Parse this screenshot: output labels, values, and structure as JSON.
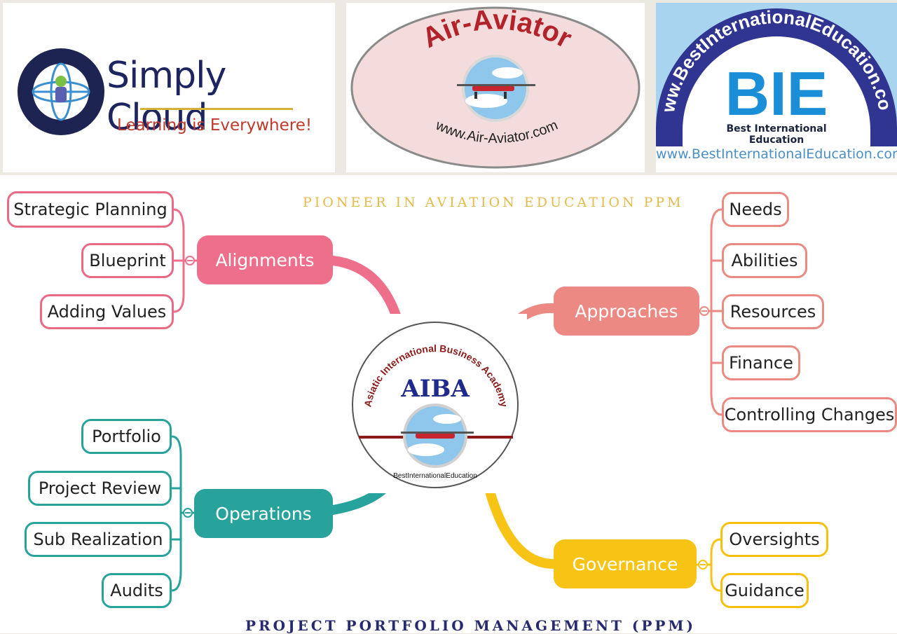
{
  "logos": {
    "simply_cloud": {
      "name": "Simply Cloud",
      "tagline": "Learning is Everywhere!"
    },
    "air_aviator": {
      "name": "Air-Aviator",
      "url": "www.Air-Aviator.com"
    },
    "bie": {
      "ring_text": "www.BestInternationalEducation.com",
      "initials": "BIE",
      "caption": "Best International Education",
      "url": "www.BestInternationalEducation.com"
    }
  },
  "mindmap": {
    "top_heading": "PIONEER IN AVIATION EDUCATION PPM",
    "bottom_heading": "PROJECT PORTFOLIO MANAGEMENT (PPM)",
    "center": {
      "arc_text": "Asiatic International Business Academy",
      "title": "AIBA",
      "footer": "BestInternationalEducation"
    },
    "branches": {
      "alignments": {
        "label": "Alignments",
        "children": [
          "Strategic Planning",
          "Blueprint",
          "Adding Values"
        ]
      },
      "approaches": {
        "label": "Approaches",
        "children": [
          "Needs",
          "Abilities",
          "Resources",
          "Finance",
          "Controlling Changes"
        ]
      },
      "operations": {
        "label": "Operations",
        "children": [
          "Portfolio",
          "Project Review",
          "Sub Realization",
          "Audits"
        ]
      },
      "governance": {
        "label": "Governance",
        "children": [
          "Oversights",
          "Guidance"
        ]
      }
    },
    "colors": {
      "alignments": "#ee6f8c",
      "approaches": "#ec8983",
      "operations": "#28a39b",
      "governance": "#f7c415"
    }
  }
}
